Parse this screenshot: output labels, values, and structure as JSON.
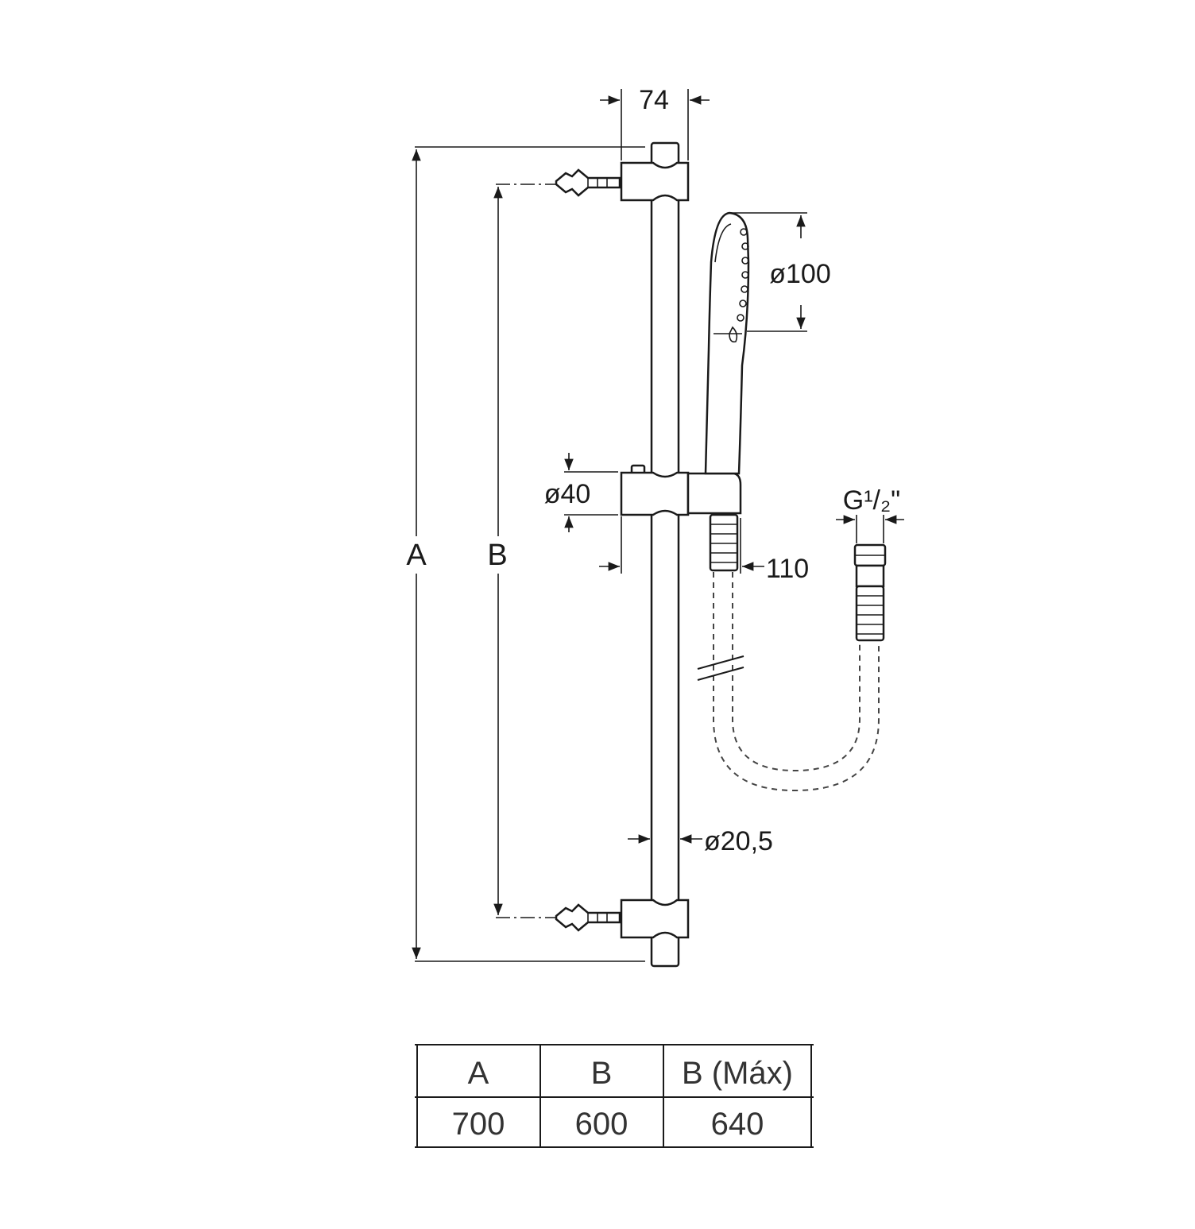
{
  "dimensions": {
    "width_top": "74",
    "head_diameter": "ø100",
    "support_diameter": "ø40",
    "hose_offset": "110",
    "connector_thread": "G¹/₂\"",
    "bar_diameter": "ø20,5",
    "label_a": "A",
    "label_b": "B"
  },
  "table": {
    "headers": [
      "A",
      "B",
      "B (Máx)"
    ],
    "values": [
      "700",
      "600",
      "640"
    ]
  },
  "colors": {
    "line": "#1a1a1a",
    "table_text": "#333333",
    "background": "#ffffff"
  }
}
